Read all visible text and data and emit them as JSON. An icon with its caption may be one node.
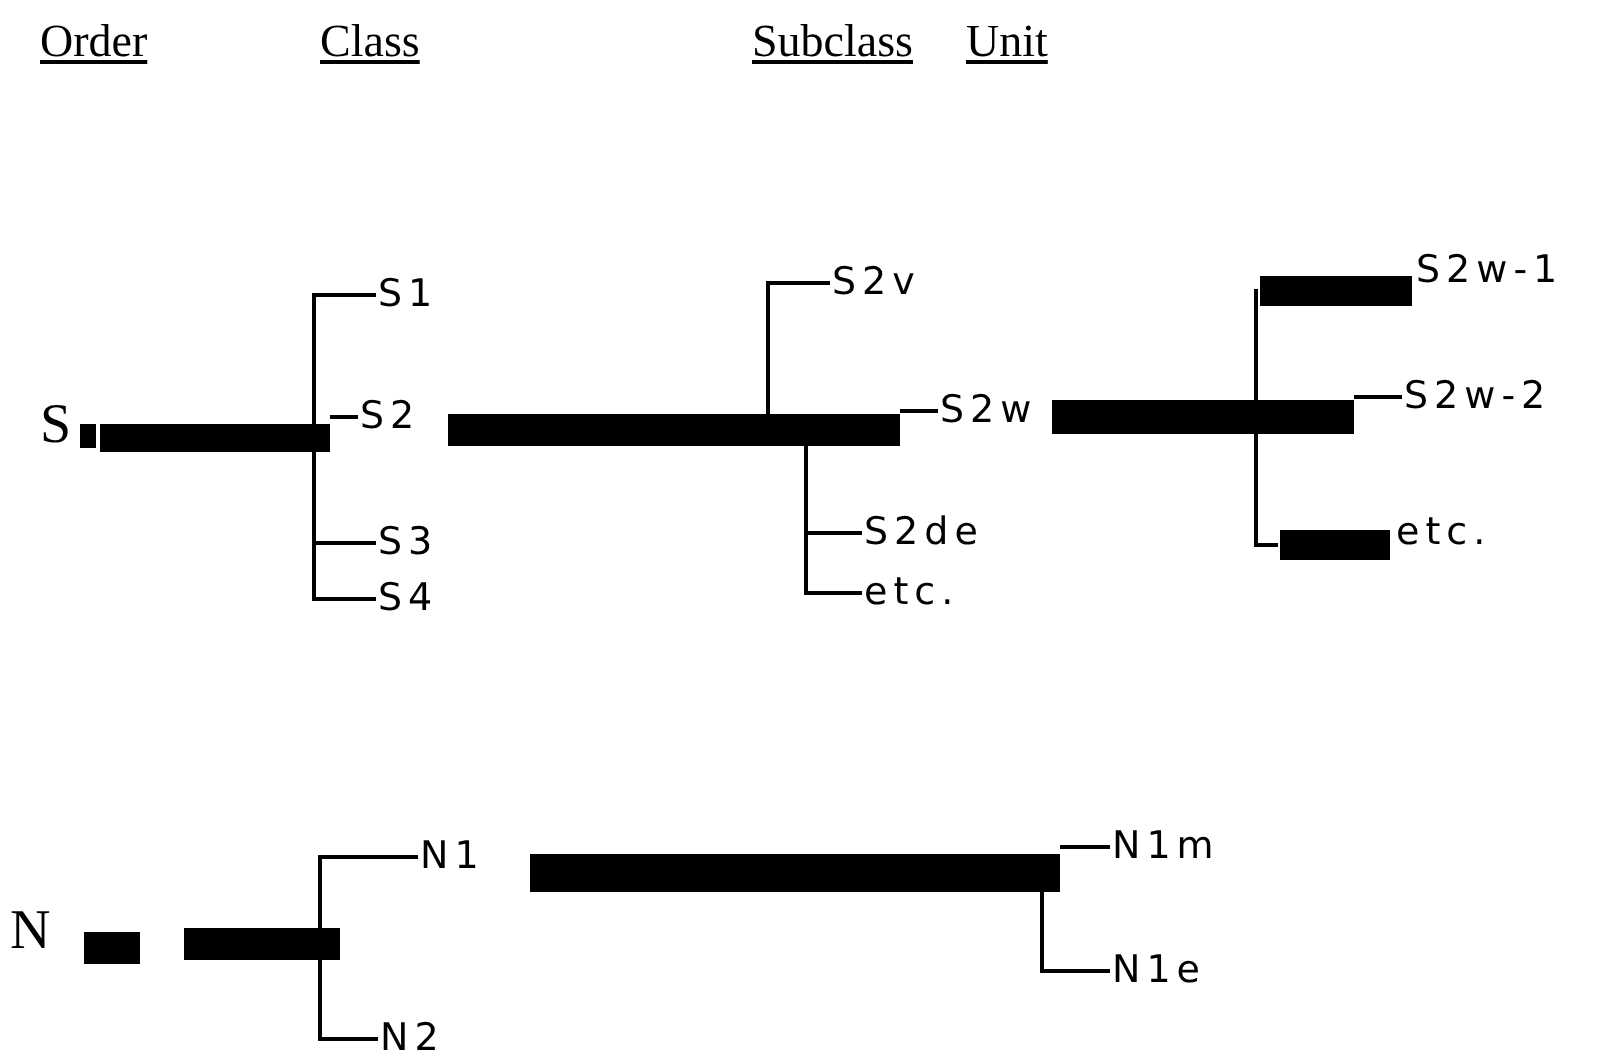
{
  "diagram": {
    "nodes": [
      {
        "text": [
          "S"
        ]
      },
      {
        "text": [],
        "shape": "bar"
      },
      {
        "text": [],
        "shape": "bar"
      },
      {
        "text": [
          "S1"
        ]
      },
      {
        "text": [
          "S2"
        ]
      },
      {
        "text": [
          "S3"
        ]
      },
      {
        "text": [
          "S4"
        ]
      },
      {
        "text": [],
        "shape": "bar"
      },
      {
        "text": [
          "S2v"
        ]
      },
      {
        "text": [
          "S2w"
        ]
      },
      {
        "text": [
          "S2de"
        ]
      },
      {
        "text": [
          "etc."
        ]
      },
      {
        "text": [],
        "shape": "bar"
      },
      {
        "text": [],
        "shape": "bar"
      },
      {
        "text": [
          "S2w-1"
        ]
      },
      {
        "text": [
          "S2w-2"
        ]
      },
      {
        "text": [],
        "shape": "bar"
      },
      {
        "text": [
          "etc."
        ]
      },
      {
        "text": [
          "N"
        ]
      },
      {
        "text": [],
        "shape": "bar"
      },
      {
        "text": [],
        "shape": "bar"
      },
      {
        "text": [
          "N1"
        ]
      },
      {
        "text": [
          "N2"
        ]
      },
      {
        "text": [],
        "shape": "bar"
      },
      {
        "text": [
          "N1m"
        ]
      },
      {
        "text": [
          "N1e"
        ]
      }
    ],
    "edges": [
      {
        "from": 2,
        "to": 3,
        "arrow": "none"
      },
      {
        "from": 2,
        "to": 4,
        "arrow": "none"
      },
      {
        "from": 2,
        "to": 5,
        "arrow": "none"
      },
      {
        "from": 2,
        "to": 6,
        "arrow": "none"
      },
      {
        "from": 7,
        "to": 8,
        "arrow": "none"
      },
      {
        "from": 7,
        "to": 9,
        "arrow": "none"
      },
      {
        "from": 7,
        "to": 10,
        "arrow": "none"
      },
      {
        "from": 7,
        "to": 11,
        "arrow": "none"
      },
      {
        "from": 12,
        "to": 13,
        "arrow": "none"
      },
      {
        "from": 12,
        "to": 15,
        "arrow": "none"
      },
      {
        "from": 12,
        "to": 16,
        "arrow": "none"
      },
      {
        "from": 20,
        "to": 21,
        "arrow": "none"
      },
      {
        "from": 20,
        "to": 22,
        "arrow": "none"
      },
      {
        "from": 23,
        "to": 24,
        "arrow": "none"
      },
      {
        "from": 23,
        "to": 25,
        "arrow": "none"
      }
    ],
    "labels": [
      "Order",
      "Class",
      "Subclass",
      "Unit"
    ]
  }
}
